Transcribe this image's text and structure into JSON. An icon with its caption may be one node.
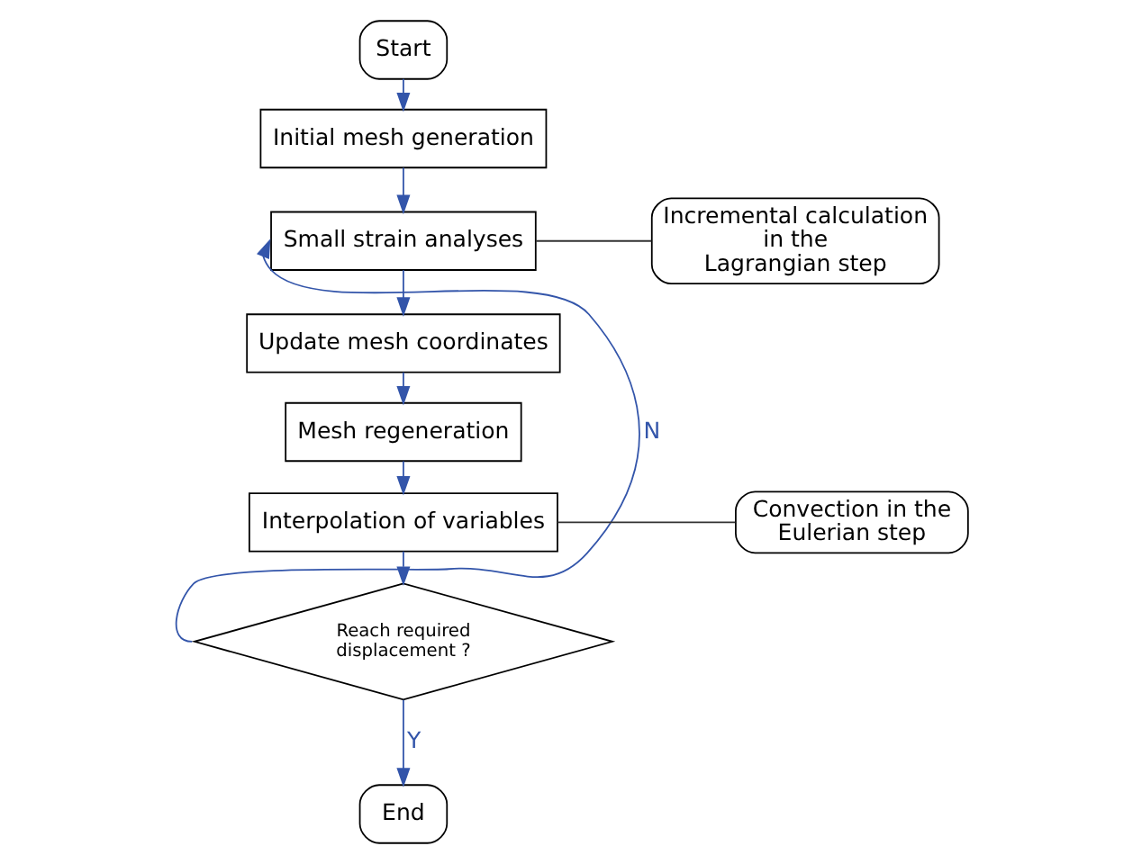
{
  "diagram": {
    "nodes": [
      {
        "text": [
          "Start"
        ]
      },
      {
        "text": [
          "Initial mesh generation"
        ]
      },
      {
        "text": [
          "Small strain analyses"
        ]
      },
      {
        "text": [
          "Update mesh coordinates"
        ]
      },
      {
        "text": [
          "Mesh regeneration"
        ]
      },
      {
        "text": [
          "Interpolation of variables"
        ]
      },
      {
        "text": [
          "Reach required displacement ?"
        ]
      },
      {
        "text": [
          "End"
        ]
      },
      {
        "text": [
          "Incremental calculation in the Lagrangian step"
        ]
      },
      {
        "text": [
          "Convection in the Eulerian step"
        ]
      }
    ],
    "edges": [
      {
        "from": 0,
        "to": 1,
        "arrow": "to"
      },
      {
        "from": 1,
        "to": 2,
        "arrow": "to"
      },
      {
        "from": 2,
        "to": 3,
        "arrow": "to"
      },
      {
        "from": 3,
        "to": 4,
        "arrow": "to"
      },
      {
        "from": 4,
        "to": 5,
        "arrow": "to"
      },
      {
        "from": 5,
        "to": 6,
        "arrow": "to"
      },
      {
        "from": 6,
        "to": 7,
        "label": "Y",
        "arrow": "to"
      },
      {
        "from": 6,
        "to": 2,
        "label": "N",
        "arrow": "to"
      },
      {
        "from": 8,
        "to": 2,
        "arrow": "none",
        "color": "#333333"
      },
      {
        "from": 9,
        "to": 5,
        "arrow": "none",
        "color": "#333333"
      }
    ]
  }
}
